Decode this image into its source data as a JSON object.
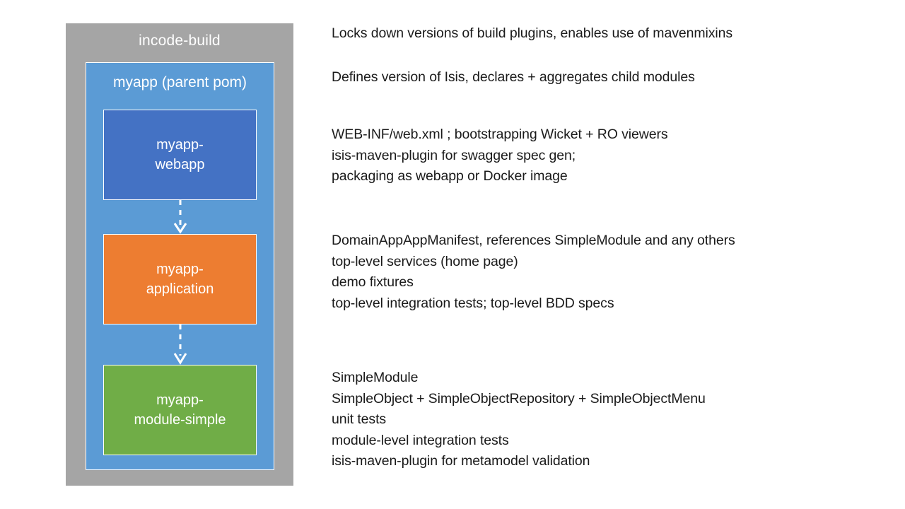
{
  "diagram": {
    "outer": {
      "title": "incode-build",
      "color": "#a5a5a5"
    },
    "parent": {
      "title": "myapp (parent pom)",
      "color": "#5b9bd5"
    },
    "modules": [
      {
        "label": "myapp-\nwebapp",
        "color": "#4472c4"
      },
      {
        "label": "myapp-\napplication",
        "color": "#ed7d31"
      },
      {
        "label": "myapp-\nmodule-simple",
        "color": "#70ad47"
      }
    ],
    "connectors": [
      {
        "name": "webapp-to-application",
        "style": "dashed-arrow-down",
        "color": "#ffffff"
      },
      {
        "name": "application-to-module",
        "style": "dashed-arrow-down",
        "color": "#ffffff"
      }
    ]
  },
  "annotations": [
    {
      "id": "incode-build-note",
      "text": "Locks down versions of build plugins, enables use of mavenmixins"
    },
    {
      "id": "parent-pom-note",
      "text": "Defines version of Isis, declares + aggregates child modules"
    },
    {
      "id": "webapp-note",
      "text": "WEB-INF/web.xml ;  bootstrapping Wicket + RO viewers\nisis-maven-plugin for swagger spec gen;\npackaging as webapp or Docker image"
    },
    {
      "id": "application-note",
      "text": "DomainAppAppManifest, references SimpleModule and any others\ntop-level services  (home page)\ndemo fixtures\ntop-level integration tests; top-level BDD specs"
    },
    {
      "id": "module-simple-note",
      "text": "SimpleModule\nSimpleObject + SimpleObjectRepository + SimpleObjectMenu\nunit tests\nmodule-level integration tests\nisis-maven-plugin for metamodel validation"
    }
  ]
}
